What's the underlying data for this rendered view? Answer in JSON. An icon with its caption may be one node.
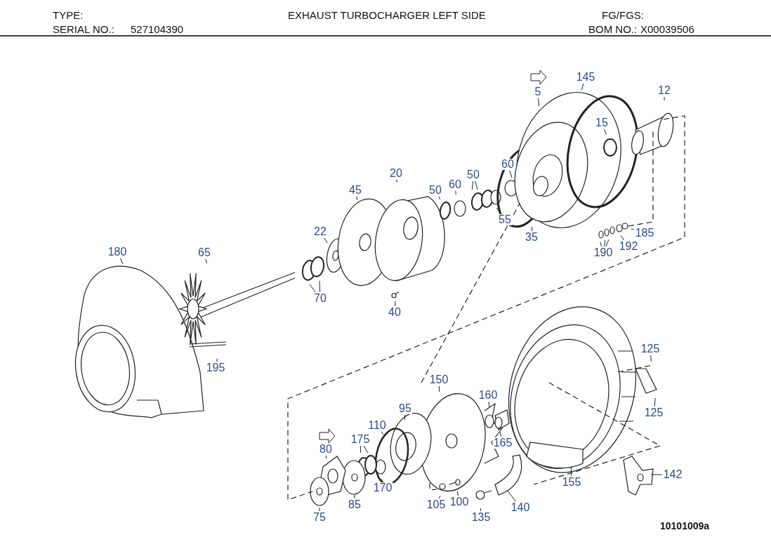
{
  "diagram": {
    "title": "EXHAUST TURBOCHARGER LEFT SIDE",
    "nodes": [
      {
        "text": [
          "145"
        ]
      },
      {
        "text": [
          "5"
        ]
      },
      {
        "text": [
          "12"
        ]
      },
      {
        "text": [
          "15"
        ]
      },
      {
        "text": [
          "20"
        ]
      },
      {
        "text": [
          "60"
        ]
      },
      {
        "text": [
          "45"
        ]
      },
      {
        "text": [
          "50"
        ]
      },
      {
        "text": [
          "60"
        ]
      },
      {
        "text": [
          "50"
        ]
      },
      {
        "text": [
          "55"
        ]
      },
      {
        "text": [
          "35"
        ]
      },
      {
        "text": [
          "22"
        ]
      },
      {
        "text": [
          "180"
        ]
      },
      {
        "text": [
          "65"
        ]
      },
      {
        "text": [
          "185"
        ]
      },
      {
        "text": [
          "192"
        ]
      },
      {
        "text": [
          "190"
        ]
      },
      {
        "text": [
          "70"
        ]
      },
      {
        "text": [
          "40"
        ]
      },
      {
        "text": [
          "125"
        ]
      },
      {
        "text": [
          "195"
        ]
      },
      {
        "text": [
          "150"
        ]
      },
      {
        "text": [
          "160"
        ]
      },
      {
        "text": [
          "95"
        ]
      },
      {
        "text": [
          "125"
        ]
      },
      {
        "text": [
          "110"
        ]
      },
      {
        "text": [
          "165"
        ]
      },
      {
        "text": [
          "80"
        ]
      },
      {
        "text": [
          "175"
        ]
      },
      {
        "text": [
          "142"
        ]
      },
      {
        "text": [
          "155"
        ]
      },
      {
        "text": [
          "170"
        ]
      },
      {
        "text": [
          "85"
        ]
      },
      {
        "text": [
          "140"
        ]
      },
      {
        "text": [
          "105"
        ]
      },
      {
        "text": [
          "100"
        ]
      },
      {
        "text": [
          "75"
        ]
      },
      {
        "text": [
          "135"
        ]
      }
    ],
    "edges": [
      {
        "from": 0,
        "to": null,
        "arrow": "none"
      },
      {
        "from": 1,
        "to": null,
        "arrow": "none"
      },
      {
        "from": 2,
        "to": null,
        "arrow": "none"
      },
      {
        "from": 3,
        "to": null,
        "arrow": "none"
      },
      {
        "from": 4,
        "to": null,
        "arrow": "none"
      },
      {
        "from": 5,
        "to": null,
        "arrow": "none"
      },
      {
        "from": 6,
        "to": null,
        "arrow": "none"
      },
      {
        "from": 7,
        "to": null,
        "arrow": "none"
      },
      {
        "from": 8,
        "to": null,
        "arrow": "none"
      },
      {
        "from": 9,
        "to": null,
        "arrow": "none"
      },
      {
        "from": 9,
        "to": null,
        "arrow": "none"
      },
      {
        "from": 10,
        "to": null,
        "arrow": "none"
      },
      {
        "from": 11,
        "to": null,
        "arrow": "none"
      },
      {
        "from": 12,
        "to": null,
        "arrow": "none"
      },
      {
        "from": 13,
        "to": null,
        "arrow": "none"
      },
      {
        "from": 14,
        "to": null,
        "arrow": "none"
      },
      {
        "from": 15,
        "to": null,
        "arrow": "none"
      },
      {
        "from": 16,
        "to": null,
        "arrow": "none"
      },
      {
        "from": 17,
        "to": null,
        "arrow": "none"
      },
      {
        "from": 17,
        "to": null,
        "arrow": "none"
      },
      {
        "from": 17,
        "to": null,
        "arrow": "none"
      },
      {
        "from": 18,
        "to": null,
        "arrow": "none"
      },
      {
        "from": 18,
        "to": null,
        "arrow": "none"
      },
      {
        "from": 19,
        "to": null,
        "arrow": "none"
      },
      {
        "from": 20,
        "to": null,
        "arrow": "none"
      },
      {
        "from": 21,
        "to": null,
        "arrow": "none"
      },
      {
        "from": 22,
        "to": null,
        "arrow": "none"
      },
      {
        "from": 23,
        "to": null,
        "arrow": "none"
      },
      {
        "from": 24,
        "to": null,
        "arrow": "none"
      },
      {
        "from": 25,
        "to": null,
        "arrow": "none"
      },
      {
        "from": 26,
        "to": null,
        "arrow": "none"
      },
      {
        "from": 27,
        "to": null,
        "arrow": "none"
      },
      {
        "from": 28,
        "to": null,
        "arrow": "none"
      },
      {
        "from": 29,
        "to": null,
        "arrow": "none"
      },
      {
        "from": 29,
        "to": null,
        "arrow": "none"
      },
      {
        "from": 30,
        "to": null,
        "arrow": "none"
      },
      {
        "from": 31,
        "to": null,
        "arrow": "none"
      },
      {
        "from": 32,
        "to": null,
        "arrow": "none"
      },
      {
        "from": 33,
        "to": null,
        "arrow": "none"
      },
      {
        "from": 34,
        "to": null,
        "arrow": "none"
      },
      {
        "from": 35,
        "to": null,
        "arrow": "none"
      },
      {
        "from": 36,
        "to": null,
        "arrow": "none"
      },
      {
        "from": 37,
        "to": null,
        "arrow": "none"
      },
      {
        "from": 38,
        "to": null,
        "arrow": "none"
      }
    ],
    "labels": [
      "TYPE:",
      "FG/FGS:",
      "SERIAL NO.:",
      "527104390",
      "BOM NO.:",
      "X00039506",
      "10101009a"
    ]
  }
}
